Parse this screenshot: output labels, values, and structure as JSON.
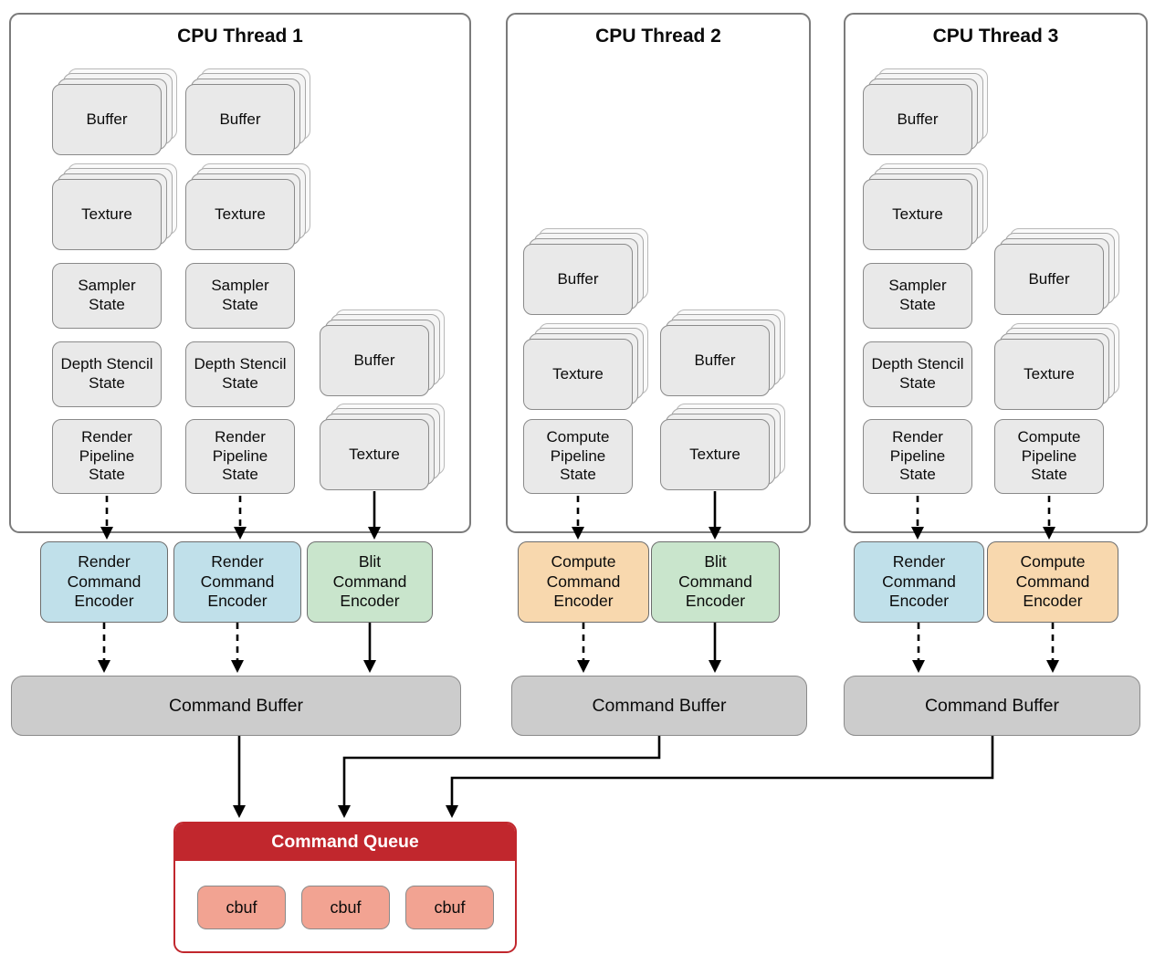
{
  "panels": [
    {
      "title": "CPU Thread 1",
      "boxes": [
        {
          "label": "Buffer"
        },
        {
          "label": "Buffer"
        },
        {
          "label": "Texture"
        },
        {
          "label": "Texture"
        },
        {
          "label": "Sampler State"
        },
        {
          "label": "Sampler State"
        },
        {
          "label": "Depth Stencil State"
        },
        {
          "label": "Depth Stencil State"
        },
        {
          "label": "Render Pipeline State"
        },
        {
          "label": "Render Pipeline State"
        },
        {
          "label": "Buffer"
        },
        {
          "label": "Texture"
        }
      ]
    },
    {
      "title": "CPU Thread 2",
      "boxes": [
        {
          "label": "Buffer"
        },
        {
          "label": "Texture"
        },
        {
          "label": "Compute Pipeline State"
        },
        {
          "label": "Buffer"
        },
        {
          "label": "Texture"
        }
      ]
    },
    {
      "title": "CPU Thread 3",
      "boxes": [
        {
          "label": "Buffer"
        },
        {
          "label": "Texture"
        },
        {
          "label": "Sampler State"
        },
        {
          "label": "Depth Stencil State"
        },
        {
          "label": "Render Pipeline State"
        },
        {
          "label": "Buffer"
        },
        {
          "label": "Texture"
        },
        {
          "label": "Compute Pipeline State"
        }
      ]
    }
  ],
  "encoders": [
    {
      "label": "Render Command Encoder",
      "type": "render"
    },
    {
      "label": "Render Command Encoder",
      "type": "render"
    },
    {
      "label": "Blit Command Encoder",
      "type": "blit"
    },
    {
      "label": "Compute Command Encoder",
      "type": "compute"
    },
    {
      "label": "Blit Command Encoder",
      "type": "blit"
    },
    {
      "label": "Render Command Encoder",
      "type": "render"
    },
    {
      "label": "Compute Command Encoder",
      "type": "compute"
    }
  ],
  "command_buffers": [
    {
      "label": "Command Buffer"
    },
    {
      "label": "Command Buffer"
    },
    {
      "label": "Command Buffer"
    }
  ],
  "command_queue": {
    "title": "Command Queue",
    "items": [
      {
        "label": "cbuf"
      },
      {
        "label": "cbuf"
      },
      {
        "label": "cbuf"
      }
    ]
  },
  "colors": {
    "render_encoder": "#c0e0ea",
    "blit_encoder": "#c9e5cc",
    "compute_encoder": "#f8d8ae",
    "resource_box": "#e9e9e9",
    "command_buffer_gray": "#cccccc",
    "queue_red": "#c1272d",
    "cbuf_fill": "#f2a392"
  }
}
